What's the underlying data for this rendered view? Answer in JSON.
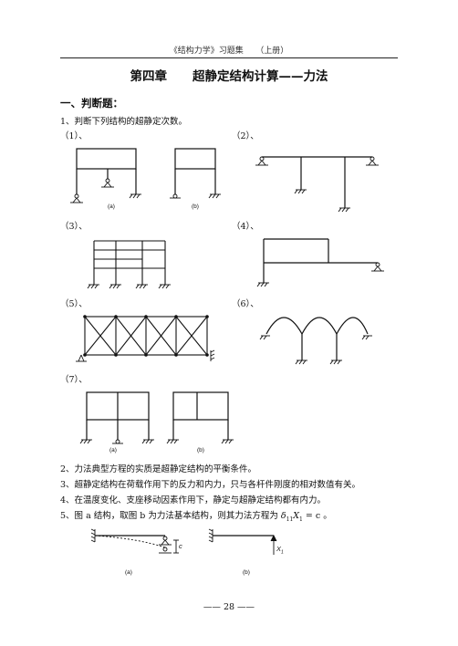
{
  "header": "《结构力学》习题集　　（上册）",
  "chapter": {
    "number": "第四章",
    "name": "超静定结构计算——力法"
  },
  "section": "一、判断题：",
  "q1": "1、判断下列结构的超静定次数。",
  "labels": {
    "l1": "（1）、",
    "l2": "（2）、",
    "l3": "（3）、",
    "l4": "（4）、",
    "l5": "（5）、",
    "l6": "（6）、",
    "l7": "（7）、"
  },
  "sub_a": "(a)",
  "sub_b": "(b)",
  "q2": "2、力法典型方程的实质是超静定结构的平衡条件。",
  "q3": "3、超静定结构在荷载作用下的反力和内力，只与各杆件刚度的相对数值有关。",
  "q4": "4、在温度变化、支座移动因素作用下，静定与超静定结构都有内力。",
  "q5": {
    "text": "5、图 a 结构，取图 b 为力法基本结构，则其力法方程为",
    "eq_delta": "δ",
    "eq_sub": "11",
    "eq_X": "X",
    "eq_x_sub": "1",
    "eq_rest": " = c 。"
  },
  "fig5": {
    "c_label": "c",
    "X_label": "X",
    "X_sub": "1"
  },
  "page_number": "—— 28 ——"
}
